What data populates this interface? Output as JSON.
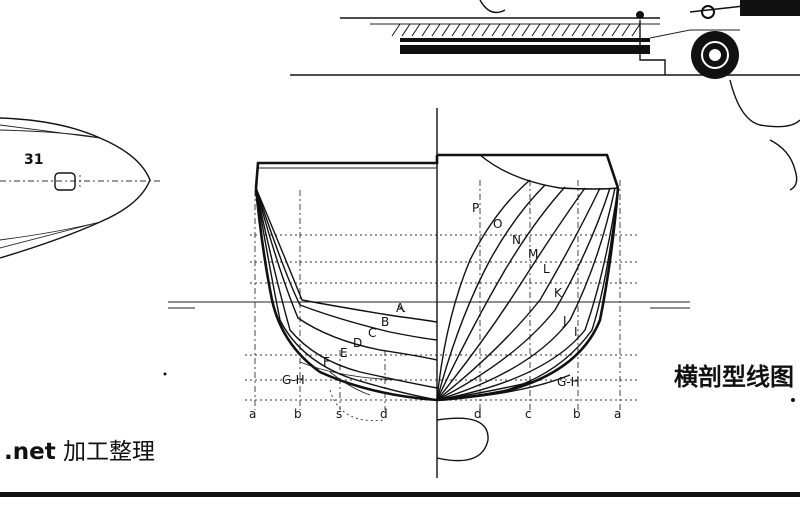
{
  "frame_number": "31",
  "caption": "横剖型线图",
  "credit": {
    "domain": ".net",
    "text": "加工整理"
  },
  "waterlines_left": [
    "G-H",
    "F",
    "E",
    "D",
    "C",
    "B",
    "A"
  ],
  "stations_right": [
    "P",
    "O",
    "N",
    "M",
    "L",
    "K",
    "J",
    "I"
  ],
  "buttock_labels_left": [
    "a",
    "b",
    "s",
    "d"
  ],
  "buttock_labels_right": [
    "d",
    "c",
    "b",
    "a"
  ],
  "gh_right": "G-H"
}
